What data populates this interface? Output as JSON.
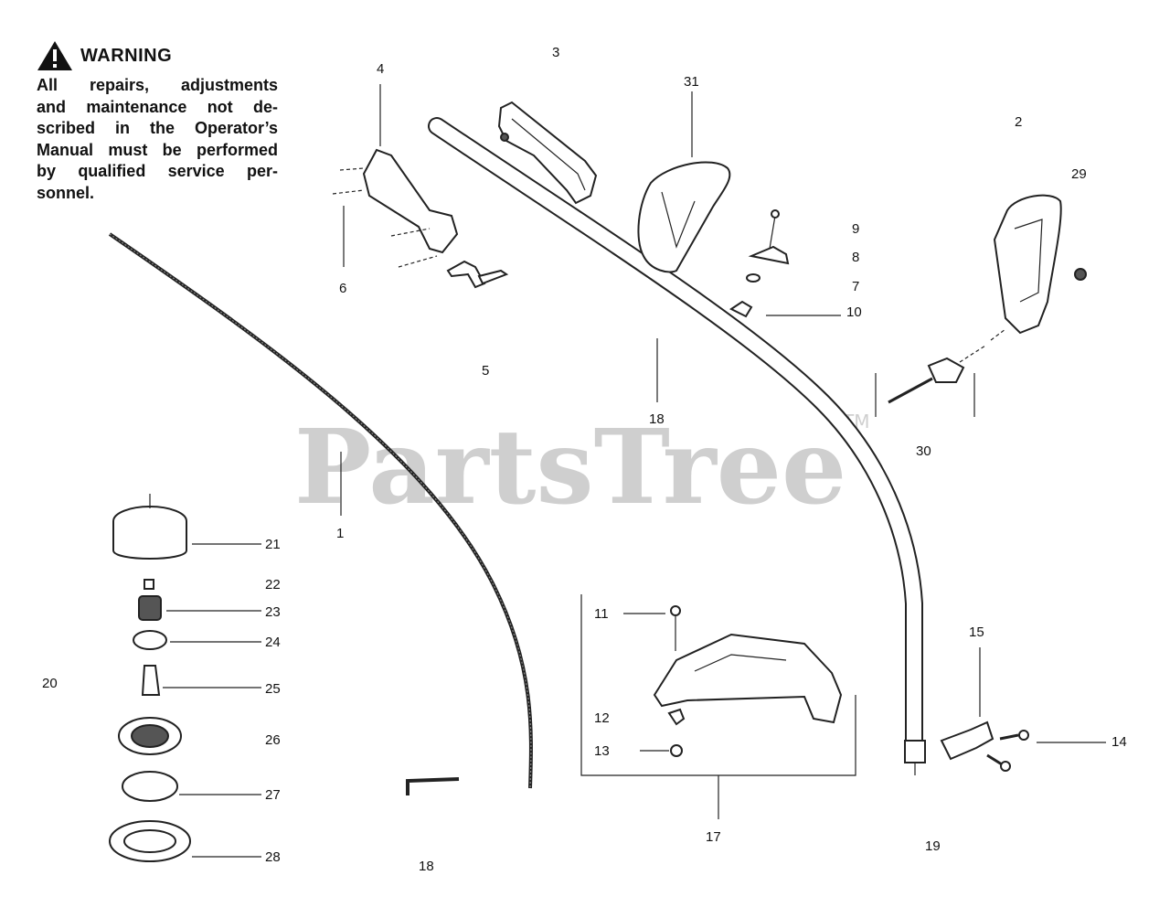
{
  "warning": {
    "title": "WARNING",
    "lines": [
      "All repairs, adjustments",
      "and maintenance not de-",
      "scribed in the Operator’s",
      "Manual must be performed",
      "by qualified  service per-",
      "sonnel."
    ]
  },
  "watermark": {
    "text": "PartsTree",
    "tm": "TM"
  },
  "labels": {
    "p1": "1",
    "p2": "2",
    "p3": "3",
    "p4": "4",
    "p5": "5",
    "p6": "6",
    "p7": "7",
    "p8": "8",
    "p9": "9",
    "p10": "10",
    "p11": "11",
    "p12": "12",
    "p13": "13",
    "p14": "14",
    "p15": "15",
    "p17": "17",
    "p18a": "18",
    "p18b": "18",
    "p19": "19",
    "p20": "20",
    "p21": "21",
    "p22": "22",
    "p23": "23",
    "p24": "24",
    "p25": "25",
    "p26": "26",
    "p27": "27",
    "p28": "28",
    "p29": "29",
    "p30": "30",
    "p31": "31"
  }
}
